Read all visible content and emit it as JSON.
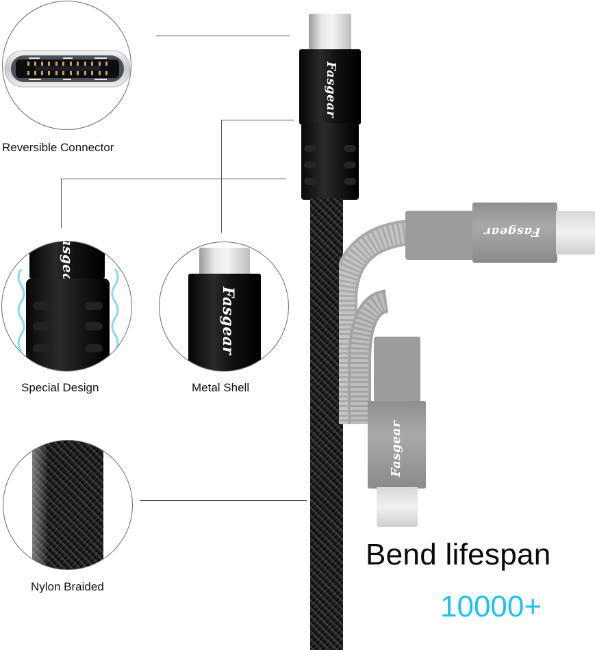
{
  "brand": {
    "name": "Fasgear"
  },
  "colors": {
    "background": "#ffffff",
    "text": "#111111",
    "accent": "#1cc3ec",
    "cable_black": "#111111",
    "cable_grey": "#a0a0a0",
    "leader_line": "#555555"
  },
  "callouts": [
    {
      "id": "reversible-connector",
      "label": "Reversible Connector"
    },
    {
      "id": "special-design",
      "label": "Special Design"
    },
    {
      "id": "metal-shell",
      "label": "Metal Shell"
    },
    {
      "id": "nylon-braided",
      "label": "Nylon Braided"
    }
  ],
  "bend": {
    "title": "Bend lifespan",
    "count": "10000+"
  }
}
